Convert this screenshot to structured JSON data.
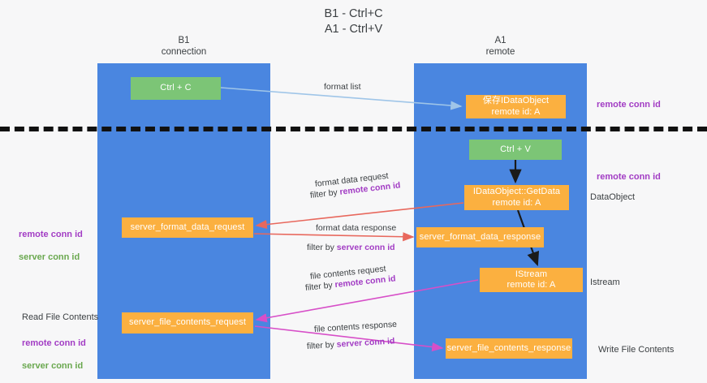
{
  "title": "B1 - Ctrl+C\nA1 - Ctrl+V",
  "columns": {
    "left": {
      "header": "B1\nconnection"
    },
    "right": {
      "header": "A1\nremote"
    }
  },
  "nodes": {
    "ctrl_c": "Ctrl + C",
    "save_idataobject": "保存IDataObject\nremote id: A",
    "ctrl_v": "Ctrl + V",
    "getdata": "IDataObject::GetData\nremote id: A",
    "server_format_data_request": "server_format_data_request",
    "server_format_data_response": "server_format_data_response",
    "istream": "IStream\nremote id: A",
    "server_file_contents_request": "server_file_contents_request",
    "server_file_contents_response": "server_file_contents_response"
  },
  "arrow_labels": {
    "format_list": "format list",
    "format_data_request": "format data request",
    "format_data_request_filter_prefix": "filter by ",
    "format_data_request_filter_key": "remote conn id",
    "format_data_response": "format data response",
    "format_data_response_filter_prefix": "filter by ",
    "format_data_response_filter_key": "server conn id",
    "file_contents_request": "file contents request",
    "file_contents_request_filter_prefix": "filter by ",
    "file_contents_request_filter_key": "remote conn id",
    "file_contents_response": "file contents response",
    "file_contents_response_filter_prefix": "filter by ",
    "file_contents_response_filter_key": "server conn id"
  },
  "side_labels": {
    "right_remote_conn_id_top": "remote conn id",
    "right_remote_conn_id_mid": "remote conn id",
    "right_dataobject": "DataObject",
    "right_istream": "Istream",
    "right_write_file_contents": "Write File Contents",
    "left_remote_conn_id": "remote conn id",
    "left_server_conn_id": "server conn id",
    "left_read_file_contents": "Read File Contents",
    "left_remote_conn_id_2": "remote conn id",
    "left_server_conn_id_2": "server conn id"
  },
  "colors": {
    "background": "#f7f7f8",
    "column": "#4a86e0",
    "green_node": "#7cc576",
    "orange_node": "#fbb040",
    "divider": "#111111",
    "arrow_format_list": "#9fc5e8",
    "arrow_format_data": "#e8685d",
    "arrow_file_contents": "#d74fc8",
    "arrow_flow": "#1a1a1a",
    "key_remote": "#a23cc4",
    "key_server": "#6aa84f",
    "text": "#3c4043"
  }
}
